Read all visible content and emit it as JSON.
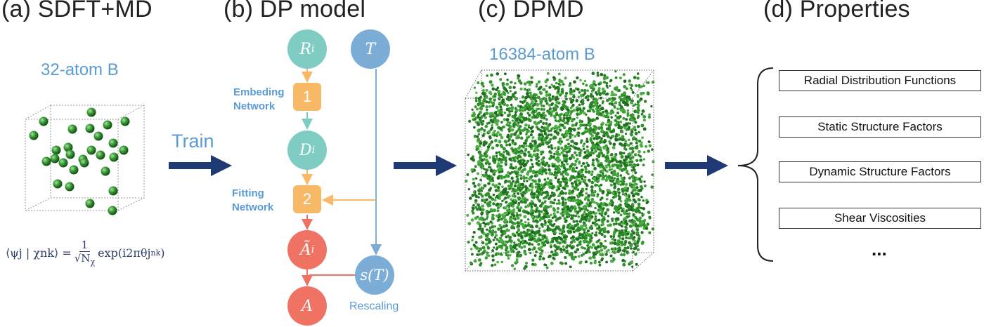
{
  "panels": {
    "a": {
      "title": "(a) SDFT+MD",
      "subtitle": "32-atom B"
    },
    "b": {
      "title": "(b) DP model"
    },
    "c": {
      "title": "(c) DPMD",
      "subtitle": "16384-atom B"
    },
    "d": {
      "title": "(d) Properties"
    }
  },
  "train_label": "Train",
  "formula": {
    "lhs": "⟨ψj | χnk⟩ =",
    "numerator": "1",
    "denominator": "√N",
    "rhs": "exp(i2πθj",
    "superscript": "nk",
    "close": ")"
  },
  "dp_model": {
    "nodes": {
      "Ri": "R",
      "Ri_sub": "i",
      "T": "T",
      "Di": "D",
      "Di_sub": "i",
      "Ai_tilde": "Ã",
      "Ai_tilde_sub": "i",
      "sT": "s(T)",
      "A": "A"
    },
    "boxes": {
      "embedding": "1",
      "fitting": "2"
    },
    "labels": {
      "embedding": "Embeding\nNetwork",
      "fitting": "Fitting\nNetwork",
      "rescaling": "Rescaling"
    }
  },
  "properties": [
    "Radial Distribution Functions",
    "Static Structure Factors",
    "Dynamic Structure Factors",
    "Shear Viscosities"
  ],
  "properties_more": "...",
  "colors": {
    "teal": "#7fcdc2",
    "orange": "#f8b967",
    "red": "#f07262",
    "blue": "#7badd6",
    "arrow": "#1f3a73",
    "atom": "#2e8b2e",
    "accent": "#5b9bd5"
  }
}
